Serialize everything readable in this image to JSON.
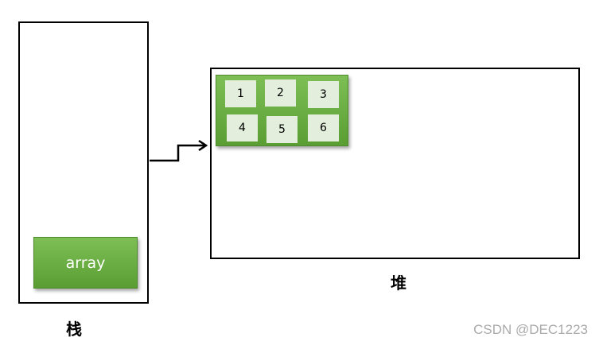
{
  "stack": {
    "label": "栈",
    "variable_label": "array"
  },
  "heap": {
    "label": "堆",
    "array_values": [
      "1",
      "2",
      "3",
      "4",
      "5",
      "6"
    ]
  },
  "watermark": "CSDN @DEC1223",
  "colors": {
    "block_green": "#6aae43",
    "cell_fill": "#e3efdc",
    "border": "#000000"
  }
}
